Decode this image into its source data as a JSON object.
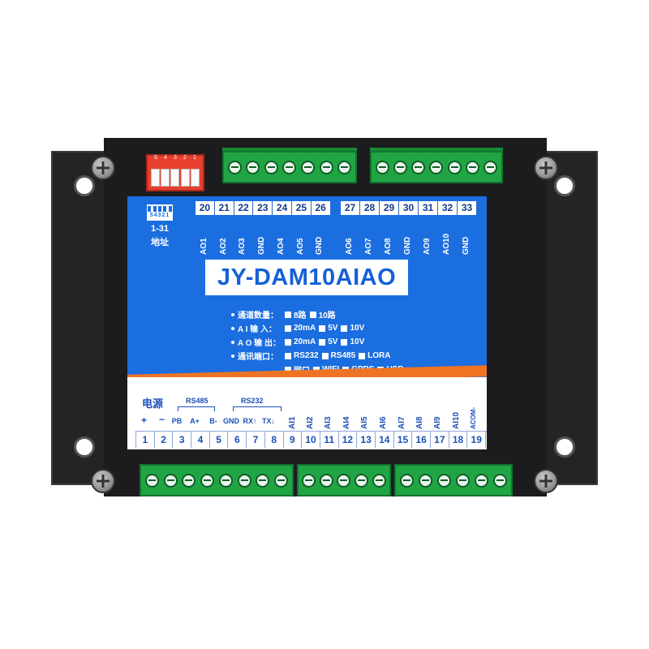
{
  "product": {
    "model": "JY-DAM10AIAO"
  },
  "dip_switch": {
    "top_numbers": [
      "1",
      "2",
      "3",
      "4",
      "5"
    ],
    "label_digits": "54321",
    "range_text": "1-31",
    "address_text": "地址"
  },
  "top_terminals": {
    "numbers": [
      "20",
      "21",
      "22",
      "23",
      "24",
      "25",
      "26",
      "27",
      "28",
      "29",
      "30",
      "31",
      "32",
      "33"
    ],
    "labels": [
      "AO1",
      "AO2",
      "AO3",
      "GND",
      "AO4",
      "AO5",
      "GND",
      "AO6",
      "AO7",
      "AO8",
      "GND",
      "AO9",
      "AO10",
      "GND"
    ]
  },
  "specs": [
    {
      "key": "通道数量：",
      "options": [
        "8路",
        "10路"
      ]
    },
    {
      "key": "A I 输 入：",
      "options": [
        "20mA",
        "5V",
        "10V"
      ]
    },
    {
      "key": "A O 输 出：",
      "options": [
        "20mA",
        "5V",
        "10V"
      ]
    },
    {
      "key": "通讯端口：",
      "options": [
        "RS232",
        "RS485",
        "LORA"
      ]
    },
    {
      "key": "",
      "options": [
        "网口",
        "WIFI",
        "GPRS",
        "USB"
      ]
    }
  ],
  "bottom_terminals": {
    "power_title": "电源",
    "rs485_title": "RS485",
    "rs232_title": "RS232",
    "power_plus": "+",
    "power_minus": "−",
    "horizontal_labels": [
      "PB",
      "A+",
      "B-",
      "GND",
      "RX↑",
      "TX↓"
    ],
    "vertical_labels": [
      "AI1",
      "AI2",
      "AI3",
      "AI4",
      "AI5",
      "AI6",
      "AI7",
      "AI8",
      "AI9",
      "AI10",
      "ACOM-"
    ],
    "numbers": [
      "1",
      "2",
      "3",
      "4",
      "5",
      "6",
      "7",
      "8",
      "9",
      "10",
      "11",
      "12",
      "13",
      "14",
      "15",
      "16",
      "17",
      "18",
      "19"
    ]
  },
  "colors": {
    "label_blue": "#1b6ee0",
    "accent_orange": "#ee7423",
    "terminal_green": "#21a544",
    "dip_red": "#e8402f",
    "case_black": "#1c1c1e"
  }
}
